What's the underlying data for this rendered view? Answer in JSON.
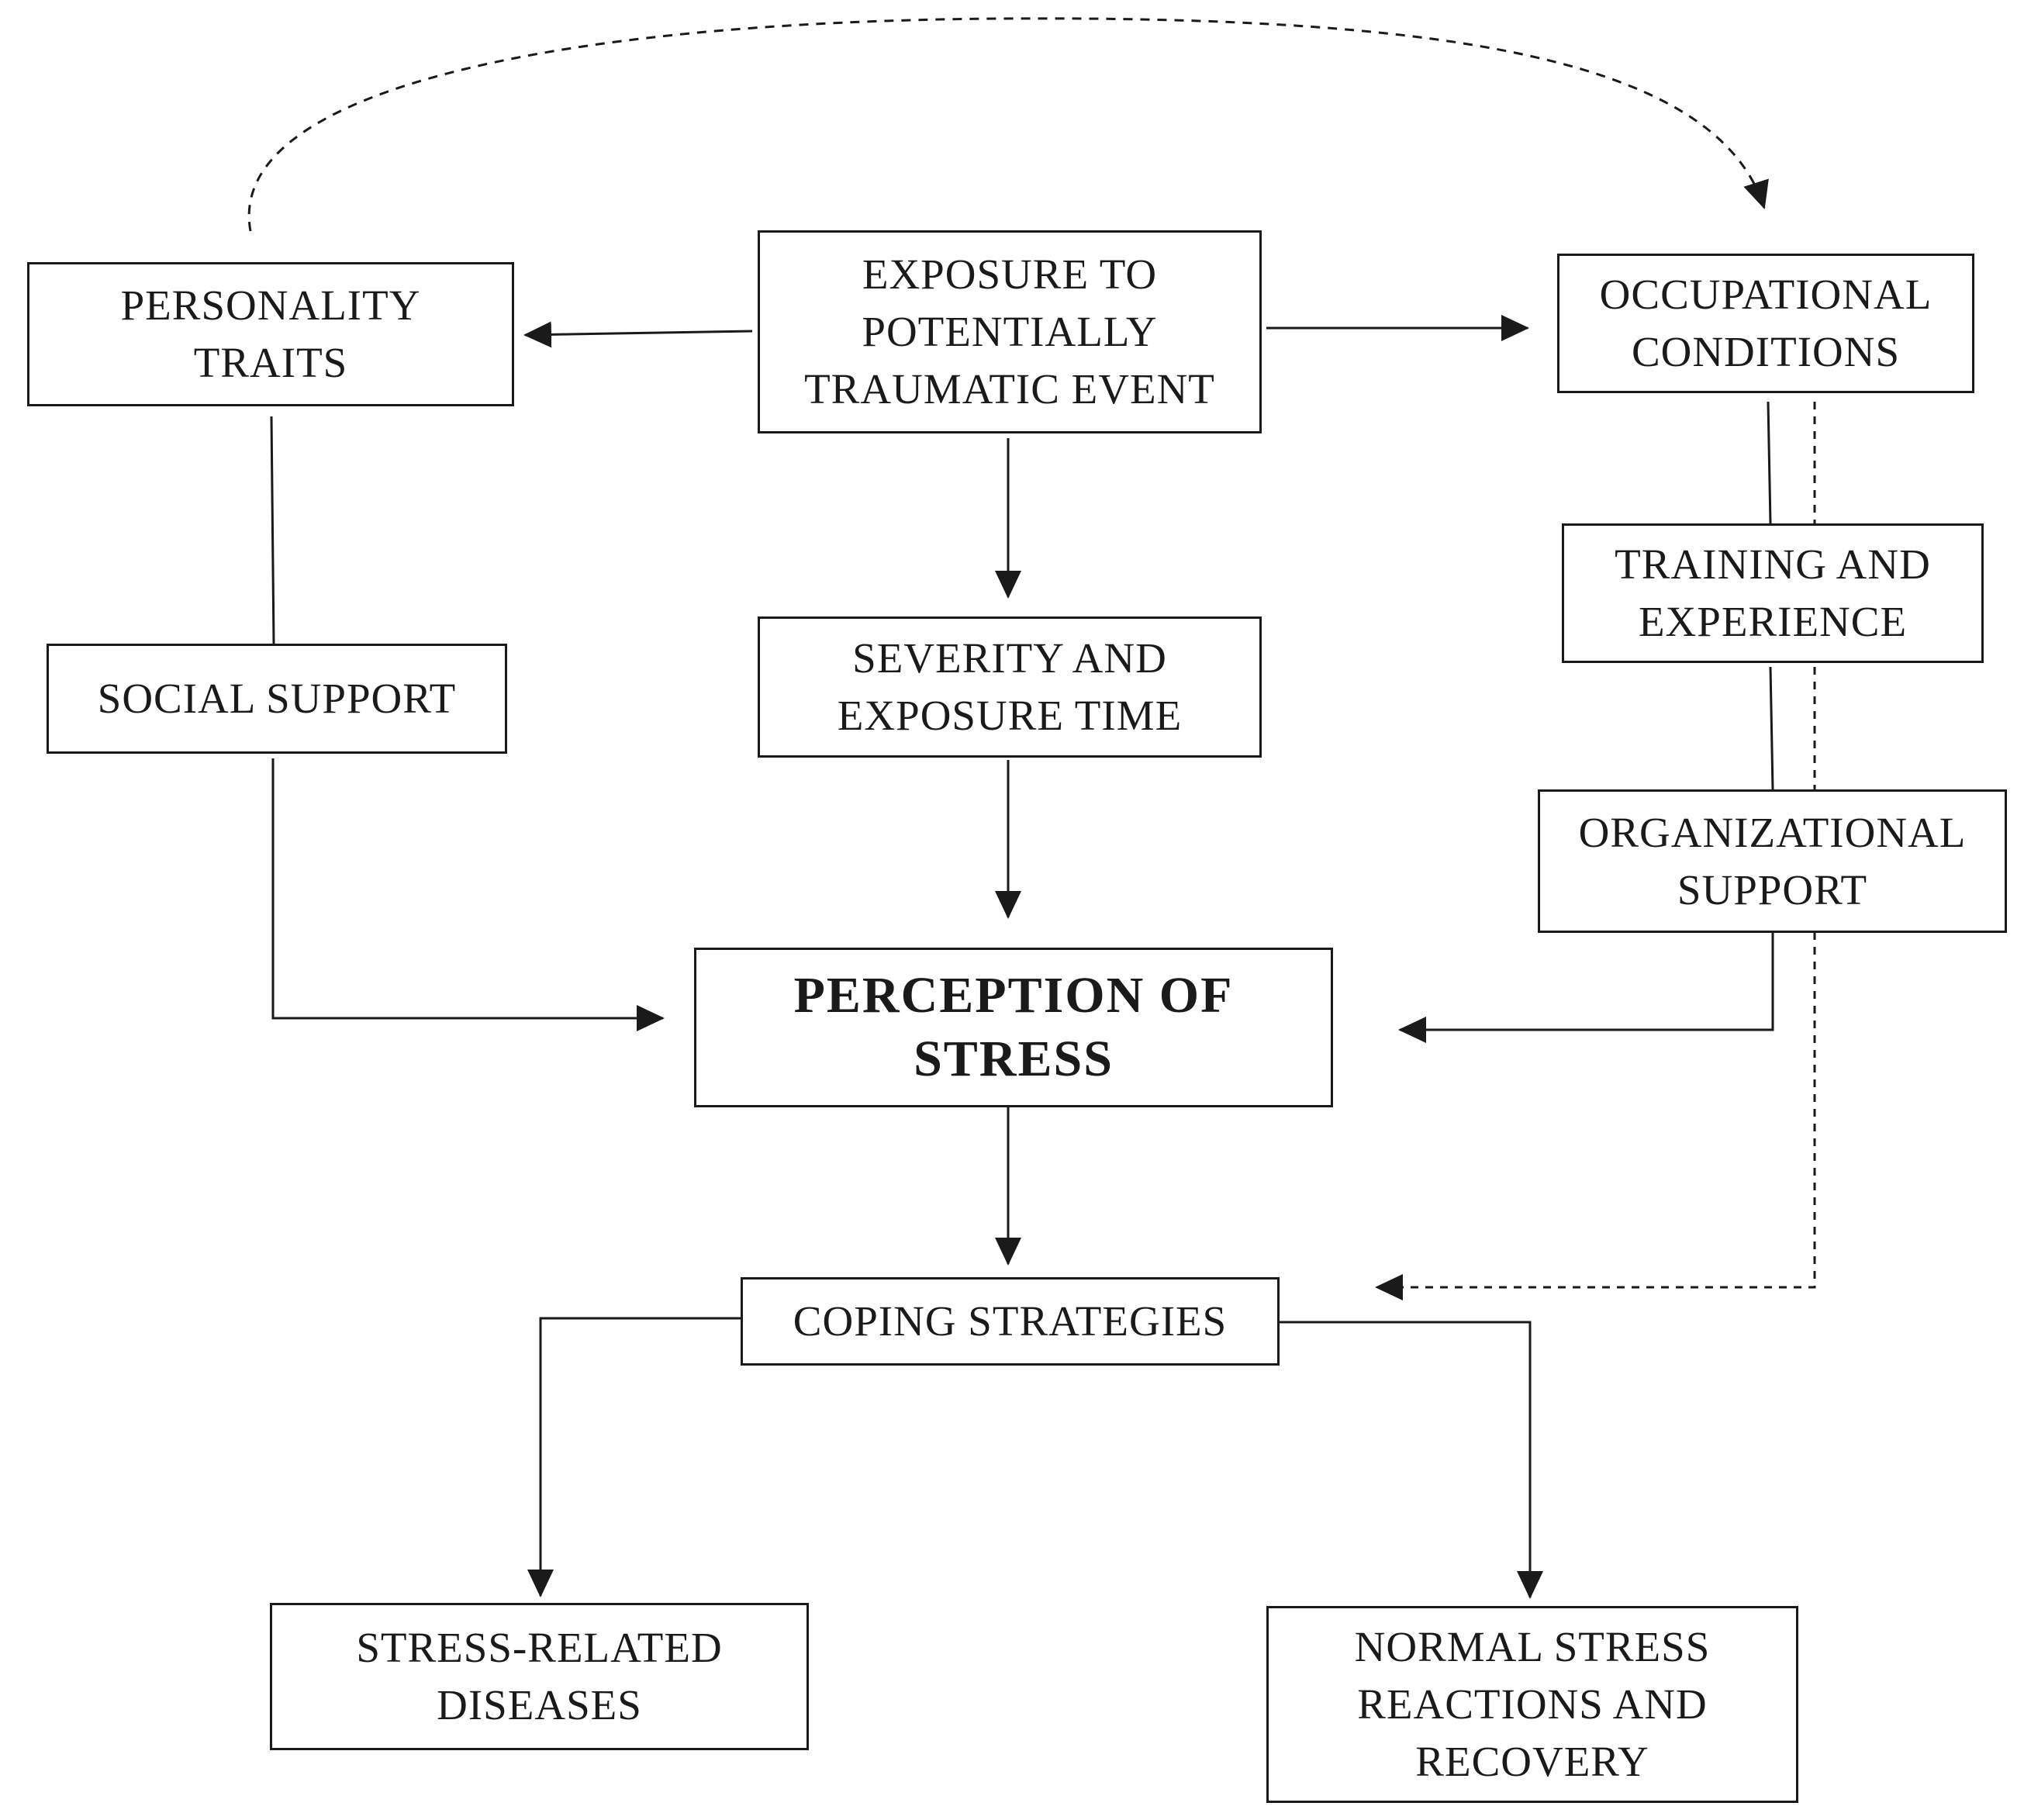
{
  "diagram": {
    "nodes": {
      "personality_traits": "PERSONALITY\nTRAITS",
      "exposure": "EXPOSURE TO\nPOTENTIALLY\nTRAUMATIC EVENT",
      "occupational_conditions": "OCCUPATIONAL\nCONDITIONS",
      "training_experience": "TRAINING AND\nEXPERIENCE",
      "social_support": "SOCIAL SUPPORT",
      "severity_exposure_time": "SEVERITY AND\nEXPOSURE TIME",
      "organizational_support": "ORGANIZATIONAL\nSUPPORT",
      "perception_of_stress": "PERCEPTION OF\nSTRESS",
      "coping_strategies": "COPING STRATEGIES",
      "stress_related_diseases": "STRESS-RELATED\nDISEASES",
      "normal_stress_reactions": "NORMAL STRESS\nREACTIONS AND\nRECOVERY"
    },
    "colors": {
      "line": "#1a1a1a",
      "background": "#ffffff"
    }
  }
}
